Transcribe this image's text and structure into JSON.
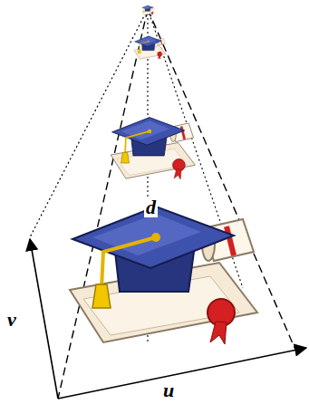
{
  "diagram": {
    "labels": [
      "d",
      "v",
      "u"
    ]
  }
}
